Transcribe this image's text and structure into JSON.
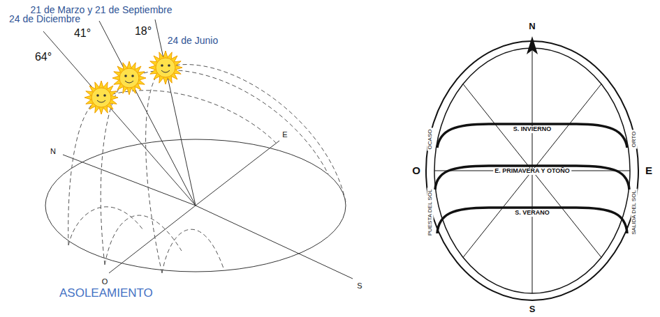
{
  "diagram": {
    "caption": "ASOLEAMIENTO",
    "labels": [
      "21 de Marzo y 21 de Septiembre",
      "24 de Diciembre",
      "41°",
      "18°",
      "24 de Junio",
      "64°",
      "N",
      "E",
      "O",
      "S",
      "N",
      "S. INVIERNO",
      "E. PRIMAVERA Y OTOÑO",
      "O",
      "OCASO",
      "PUESTA DEL SOL",
      "S. VERANO",
      "E",
      "ORTO",
      "SALIDA DEL SOL",
      "S"
    ]
  }
}
